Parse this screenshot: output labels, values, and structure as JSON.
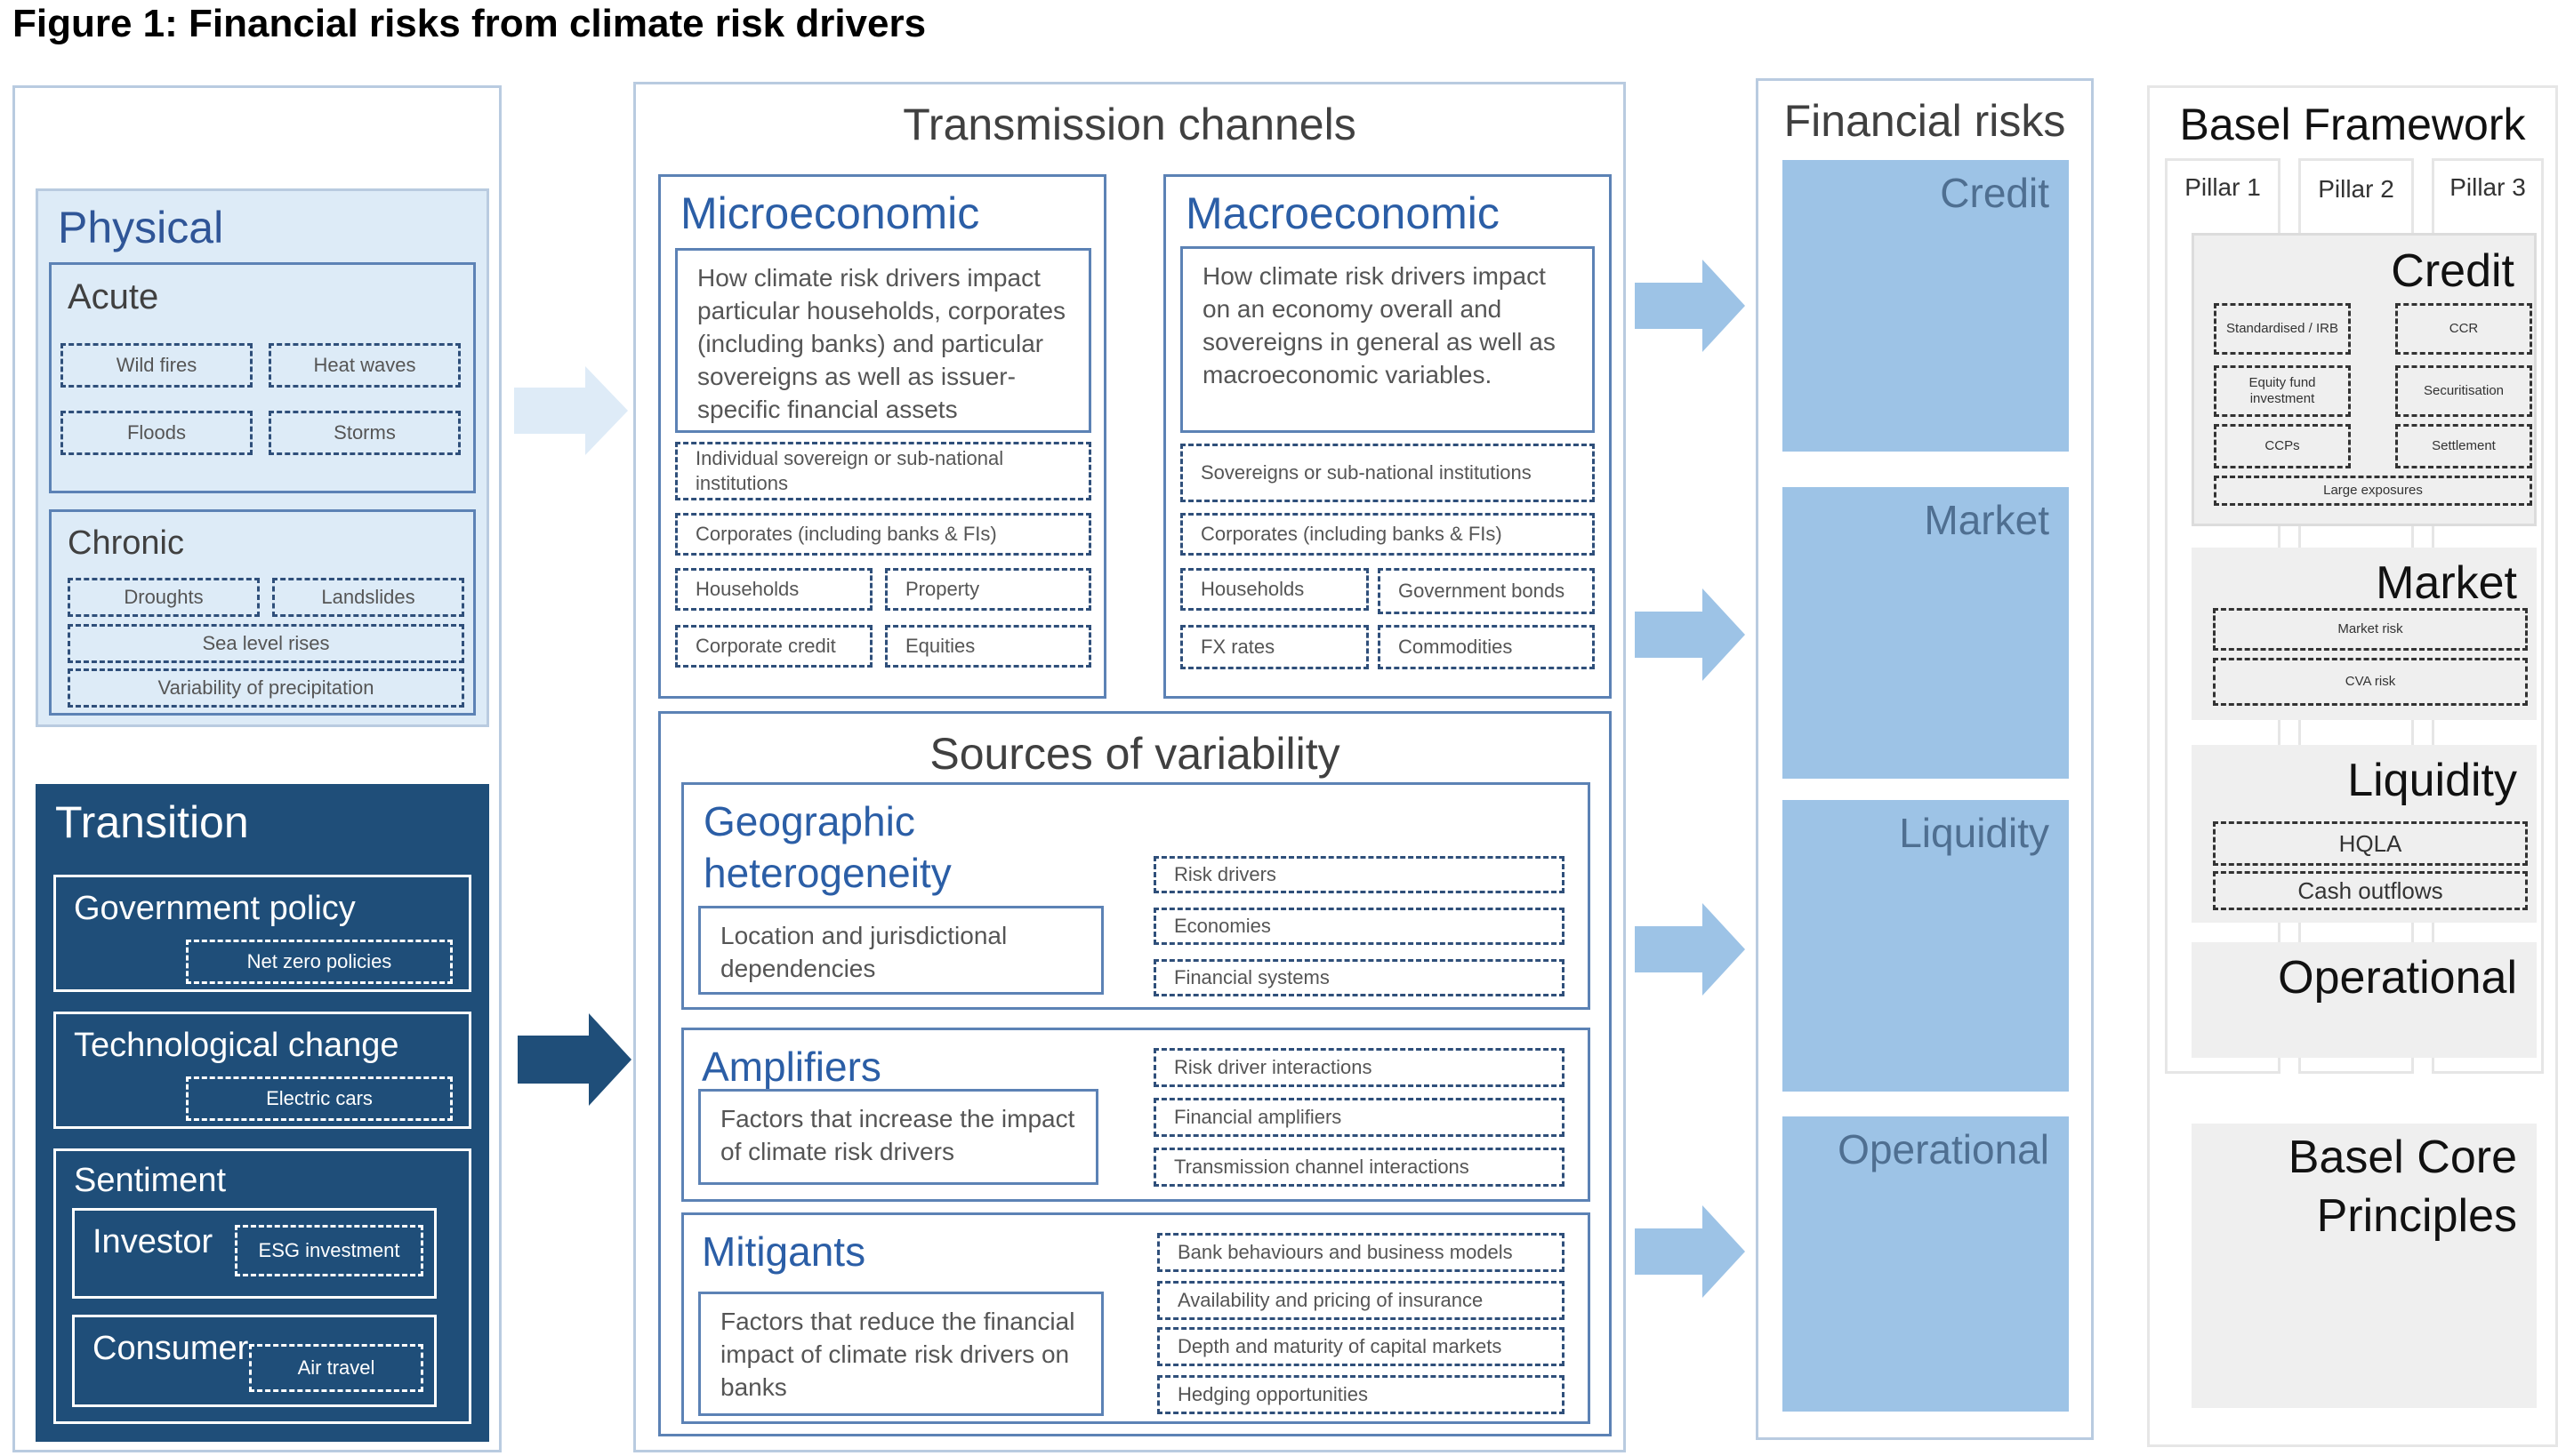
{
  "figure_title": "Figure 1: Financial risks from climate risk drivers",
  "physical": {
    "heading": "Physical",
    "acute": {
      "heading": "Acute",
      "items": [
        "Wild fires",
        "Heat waves",
        "Floods",
        "Storms"
      ]
    },
    "chronic": {
      "heading": "Chronic",
      "items": [
        "Droughts",
        "Landslides",
        "Sea level rises",
        "Variability of precipitation"
      ]
    }
  },
  "transition": {
    "heading": "Transition",
    "government_policy": {
      "label": "Government policy",
      "item": "Net zero policies"
    },
    "technological_change": {
      "label": "Technological change",
      "item": "Electric cars"
    },
    "sentiment": {
      "label": "Sentiment",
      "investor": {
        "label": "Investor",
        "item": "ESG investment"
      },
      "consumer": {
        "label": "Consumer",
        "item": "Air travel"
      }
    }
  },
  "transmission": {
    "heading": "Transmission channels",
    "micro": {
      "heading": "Microeconomic",
      "description": "How climate risk drivers impact particular households, corporates (including banks) and particular sovereigns as well as issuer-specific  financial assets",
      "items": [
        "Individual sovereign or sub-national institutions",
        "Corporates (including banks & FIs)",
        "Households",
        "Property",
        "Corporate credit",
        "Equities"
      ]
    },
    "macro": {
      "heading": "Macroeconomic",
      "description": "How climate risk drivers impact on an economy overall and sovereigns in general as well as macroeconomic variables.",
      "items": [
        "Sovereigns or sub-national institutions",
        "Corporates (including banks & FIs)",
        "Households",
        "Government bonds",
        "FX rates",
        "Commodities"
      ]
    }
  },
  "variability": {
    "heading": "Sources of variability",
    "geographic": {
      "heading_line1": "Geographic",
      "heading_line2": "heterogeneity",
      "description": "Location and jurisdictional dependencies",
      "items": [
        "Risk drivers",
        "Economies",
        "Financial systems"
      ]
    },
    "amplifiers": {
      "heading": "Amplifiers",
      "description": "Factors that increase the impact of climate risk drivers",
      "items": [
        "Risk driver interactions",
        "Financial amplifiers",
        "Transmission channel interactions"
      ]
    },
    "mitigants": {
      "heading": "Mitigants",
      "description": "Factors that reduce the financial impact of climate risk drivers on banks",
      "items": [
        "Bank behaviours and business models",
        "Availability and pricing of insurance",
        "Depth and maturity of capital markets",
        "Hedging opportunities"
      ]
    }
  },
  "financial_risks": {
    "heading": "Financial risks",
    "items": [
      "Credit",
      "Market",
      "Liquidity",
      "Operational"
    ]
  },
  "basel": {
    "heading": "Basel Framework",
    "pillars": [
      "Pillar 1",
      "Pillar 2",
      "Pillar 3"
    ],
    "credit": {
      "label": "Credit",
      "items": [
        "Standardised / IRB",
        "CCR",
        "Equity fund investment",
        "Securitisation",
        "CCPs",
        "Settlement",
        "Large exposures"
      ]
    },
    "market": {
      "label": "Market",
      "items": [
        "Market risk",
        "CVA risk"
      ]
    },
    "liquidity": {
      "label": "Liquidity",
      "items": [
        "HQLA",
        "Cash outflows"
      ]
    },
    "operational": {
      "label": "Operational"
    },
    "core_principles_line1": "Basel Core",
    "core_principles_line2": "Principles"
  },
  "colors": {
    "dark_navy": "#1f4e79",
    "light_blue_panel": "#ddebf7",
    "risk_blue": "#9dc3e6",
    "heading_blue": "#2b5ea6",
    "arrow_light": "#deebf7",
    "arrow_mid": "#9dc3e6"
  }
}
